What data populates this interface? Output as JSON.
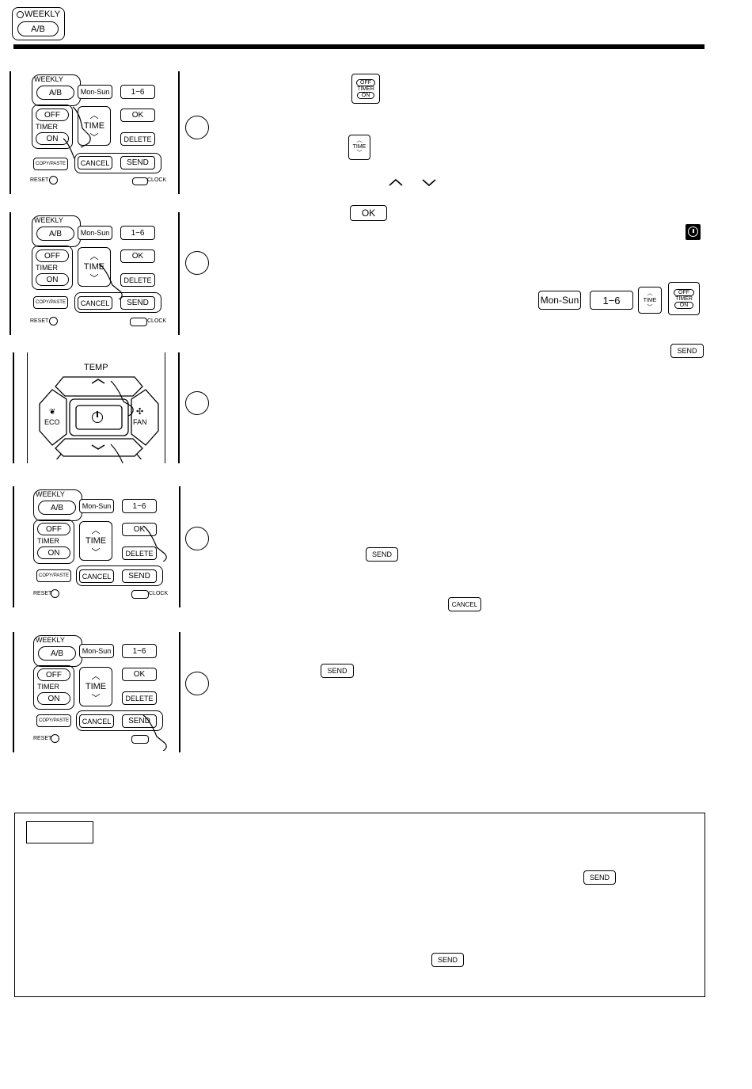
{
  "header": {
    "weekly_label": "WEEKLY",
    "ab_label": "A/B"
  },
  "remote": {
    "weekly": "WEEKLY",
    "ab": "A/B",
    "mon_sun": "Mon-Sun",
    "one_six": "1−6",
    "off": "OFF",
    "timer": "TIMER",
    "on": "ON",
    "time": "TIME",
    "ok": "OK",
    "delete": "DELETE",
    "copy_paste": "COPY/PASTE",
    "cancel": "CANCEL",
    "send": "SEND",
    "reset": "RESET",
    "clock": "CLOCK",
    "temp": "TEMP",
    "eco": "ECO",
    "fan": "FAN"
  },
  "keys": {
    "off": "OFF",
    "timer": "TIMER",
    "on": "ON",
    "time": "TIME",
    "ok": "OK",
    "mon_sun": "Mon-Sun",
    "one_six": "1−6",
    "send": "SEND",
    "cancel": "CANCEL"
  },
  "icons": [
    "clock-icon",
    "hand-pointer-icon",
    "chevron-up-icon",
    "chevron-down-icon",
    "power-icon",
    "leaf-icon",
    "fan-icon",
    "signal-icon"
  ]
}
